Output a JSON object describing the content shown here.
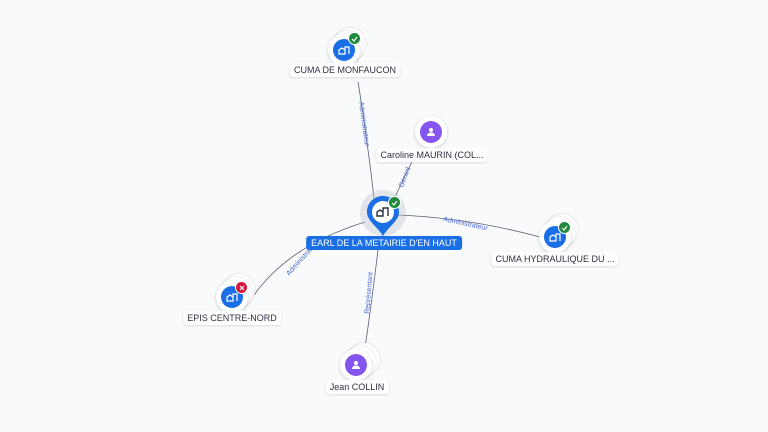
{
  "graph": {
    "center": {
      "label": "EARL DE LA METAIRIE D'EN HAUT",
      "type": "company",
      "status": "active",
      "icon": "building-icon",
      "accent": "#1a6fe6"
    },
    "nodes": [
      {
        "id": "cuma-monfaucon",
        "label": "CUMA DE MONFAUCON",
        "type": "company",
        "status": "active",
        "icon": "building-icon"
      },
      {
        "id": "caroline-maurin",
        "label": "Caroline MAURIN (COL...",
        "type": "person",
        "icon": "person-icon"
      },
      {
        "id": "cuma-hydraulique",
        "label": "CUMA HYDRAULIQUE DU ...",
        "type": "company",
        "status": "active",
        "icon": "building-icon"
      },
      {
        "id": "epis-centre-nord",
        "label": "EPIS CENTRE-NORD",
        "type": "company",
        "status": "closed",
        "icon": "building-icon"
      },
      {
        "id": "jean-collin",
        "label": "Jean COLLIN",
        "type": "person",
        "icon": "person-icon"
      }
    ],
    "edges": [
      {
        "from": "center",
        "to": "cuma-monfaucon",
        "label": "Administrateur"
      },
      {
        "from": "caroline-maurin",
        "to": "center",
        "label": "Gérant"
      },
      {
        "from": "center",
        "to": "cuma-hydraulique",
        "label": "Administrateur"
      },
      {
        "from": "center",
        "to": "epis-centre-nord",
        "label": "Administrateur"
      },
      {
        "from": "jean-collin",
        "to": "center",
        "label": "Représentant"
      }
    ],
    "colors": {
      "company": "#1a6fe6",
      "person": "#8555f0",
      "active": "#1f8a3c",
      "closed": "#d4163c",
      "edge": "#5b6070",
      "edge_label": "#4a6ad8"
    }
  }
}
